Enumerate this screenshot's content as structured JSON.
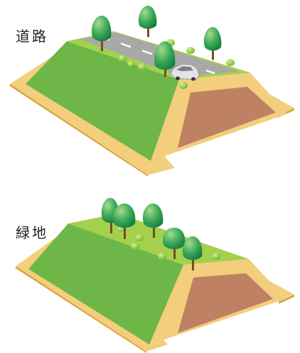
{
  "panels": [
    {
      "label": "道路",
      "kind": "road"
    },
    {
      "label": "緑地",
      "kind": "green-space"
    }
  ],
  "colors": {
    "slope": "#6db647",
    "top_grass": "#a3d14b",
    "road": "#a8a8a8",
    "road_line": "#ffffff",
    "sand": "#f3ce7c",
    "earth": "#bf8163",
    "ground_edge": "#d6a23c",
    "tree_dark": "#1f8f4e",
    "tree_light": "#8fd07a",
    "trunk": "#7a4a28",
    "bush": "#8ccf3f",
    "car": "#e4e4e4"
  }
}
